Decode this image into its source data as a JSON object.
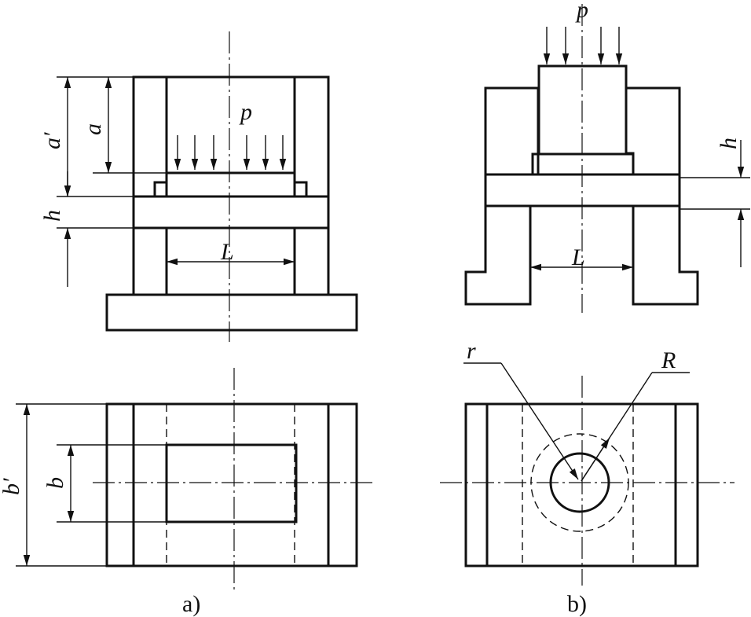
{
  "diagram": {
    "label_a_prime": "a′",
    "label_a": "a",
    "label_h_a": "h",
    "label_p_a": "p",
    "label_L_a": "L",
    "label_b_prime": "b′",
    "label_b": "b",
    "caption_a": "a)",
    "label_p_b": "p",
    "label_h_b": "h",
    "label_L_b": "L",
    "label_r": "r",
    "label_R": "R",
    "caption_b": "b)"
  }
}
